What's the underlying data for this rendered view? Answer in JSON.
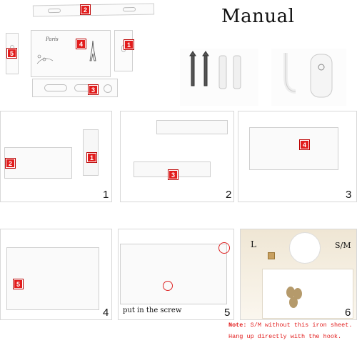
{
  "title": "Manual",
  "parts": {
    "tags": [
      "2",
      "4",
      "5",
      "1",
      "3"
    ],
    "lid_script": "Paris"
  },
  "steps": [
    {
      "number": "1",
      "tags": [
        "2",
        "1"
      ]
    },
    {
      "number": "2",
      "tags": [
        "3"
      ]
    },
    {
      "number": "3",
      "tags": [
        "4"
      ]
    },
    {
      "number": "4",
      "tags": [
        "5"
      ]
    },
    {
      "number": "5",
      "caption": "put in the screw"
    },
    {
      "number": "6",
      "label_l": "L",
      "label_sm": "S/M"
    }
  ],
  "notes": {
    "line1_prefix": "Note:",
    "line1_text": "S/M without this iron sheet.",
    "line2_text": "Hang up directly with the hook."
  },
  "colors": {
    "tag": "#e21c1c",
    "note": "#e21c1c"
  }
}
